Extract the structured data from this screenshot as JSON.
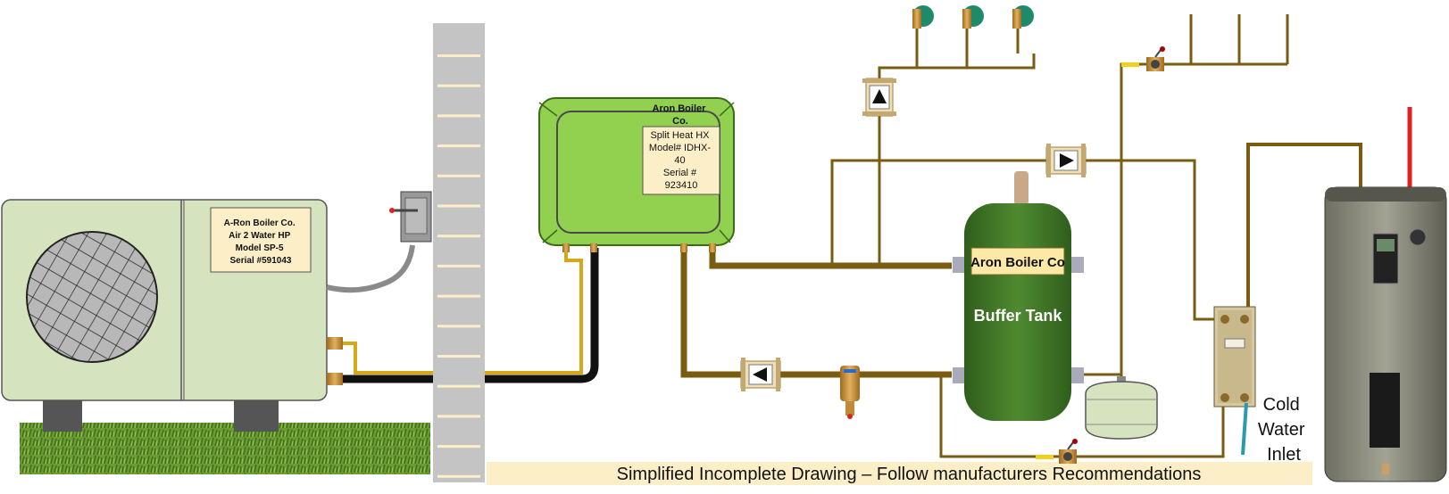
{
  "heat_pump": {
    "label_lines": [
      "A-Ron Boiler Co.",
      "Air 2 Water HP",
      "Model SP-5",
      "Serial #591043"
    ]
  },
  "heat_exchanger": {
    "title_lines": [
      "Aron Boiler",
      "Co."
    ],
    "label_lines": [
      "Split Heat HX",
      "Model# IDHX-",
      "40",
      "Serial #",
      "923410"
    ]
  },
  "buffer_tank": {
    "brand": "Aron Boiler Co",
    "title": "Buffer Tank"
  },
  "cold_water_inlet": {
    "lines": [
      "Cold",
      "Water",
      "Inlet"
    ]
  },
  "footer": {
    "note": "Simplified Incomplete Drawing – Follow manufacturers Recommendations"
  },
  "colors": {
    "pipe": "#7a5c10",
    "heat_pump_body": "#d6e3bf",
    "hx_body": "#92d050",
    "tank_body": "#4a7c2c",
    "label_bg": "#fcefc8",
    "grass": "#5a8a2a",
    "wall": "#c0c0c0",
    "water_heater": "#8a8a7c",
    "hot_pipe": "#e02020",
    "cold_pipe": "#2a9ab0",
    "pump_green": "#1f8a6a"
  }
}
